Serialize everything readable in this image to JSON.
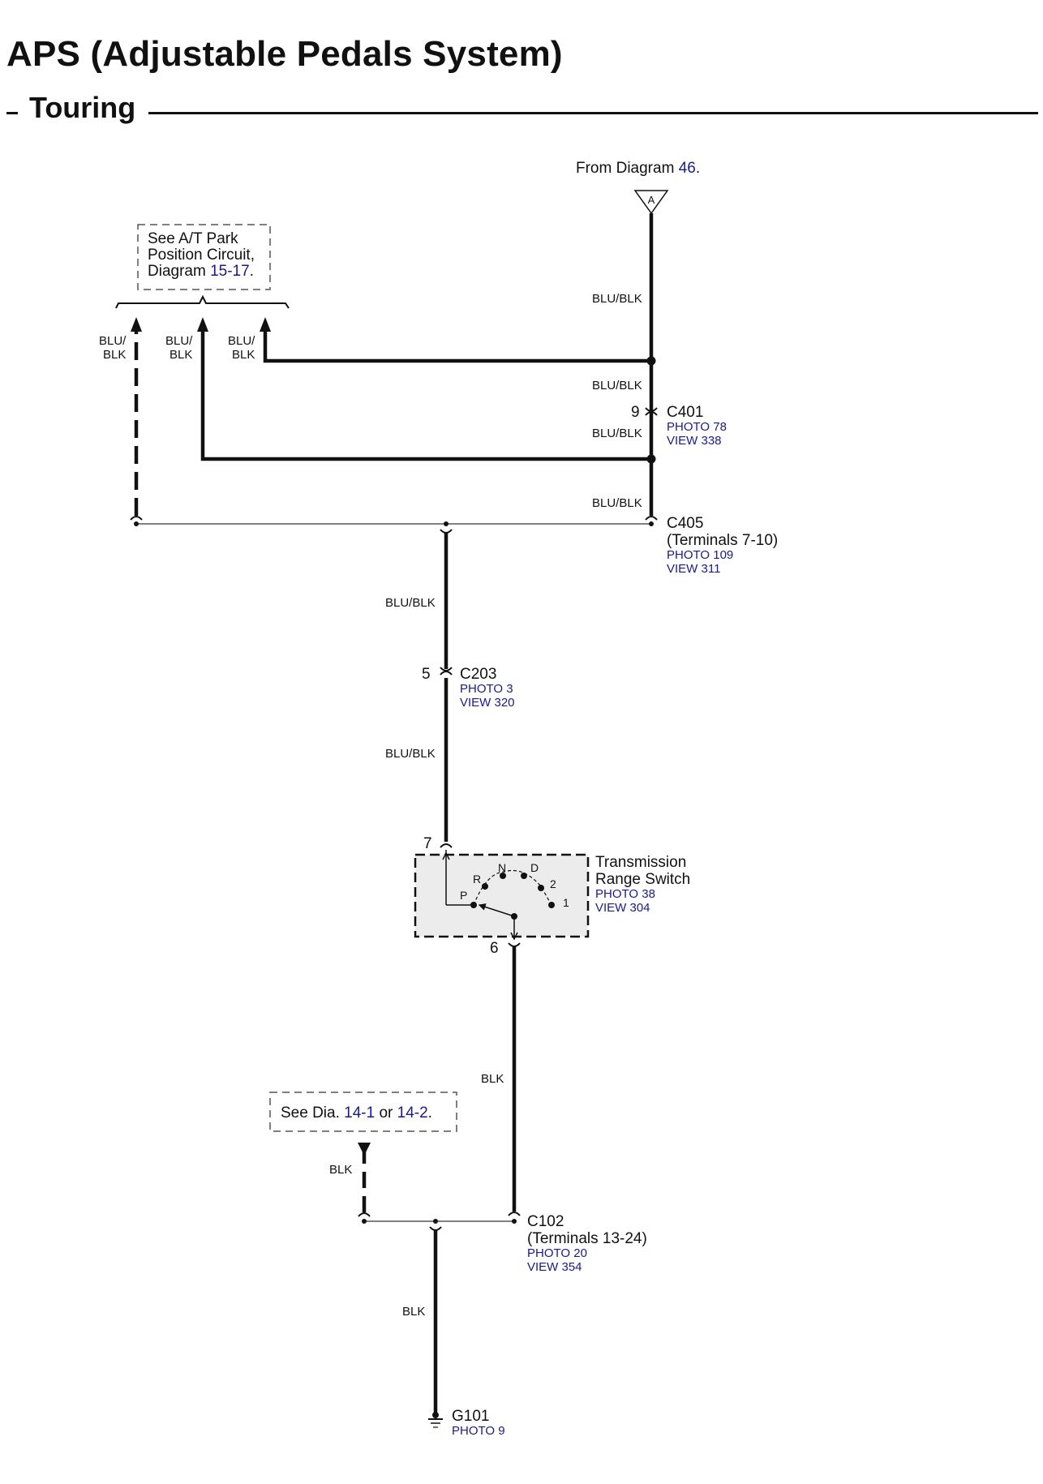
{
  "title": "APS (Adjustable Pedals System)",
  "subtitle": "Touring",
  "from_diagram": {
    "prefix": "From Diagram ",
    "number": "46",
    "suffix": ".",
    "flag": "A"
  },
  "note_park": {
    "line1": "See A/T Park",
    "line2": "Position Circuit,",
    "line3_prefix": "Diagram ",
    "ref": "15-17",
    "suffix": "."
  },
  "note_ground": {
    "prefix": "See Dia.",
    "ref1": "14-1",
    "mid": " or ",
    "ref2": "14-2",
    "suffix": "."
  },
  "wires": {
    "blu_blk": "BLU/BLK",
    "blu_split_top": "BLU/",
    "blu_split_bottom": "BLK",
    "blk": "BLK"
  },
  "connectors": {
    "c401": {
      "name": "C401",
      "pin": "9",
      "photo": "PHOTO 78",
      "view": "VIEW 338"
    },
    "c405": {
      "name": "C405",
      "terminals": "(Terminals 7-10)",
      "photo": "PHOTO 109",
      "view": "VIEW 311"
    },
    "c203": {
      "name": "C203",
      "pin": "5",
      "photo": "PHOTO 3",
      "view": "VIEW 320"
    },
    "c102": {
      "name": "C102",
      "terminals": "(Terminals 13-24)",
      "photo": "PHOTO 20",
      "view": "VIEW 354"
    },
    "g101": {
      "name": "G101",
      "photo": "PHOTO 9"
    }
  },
  "switch": {
    "line1": "Transmission",
    "line2": "Range Switch",
    "photo": "PHOTO 38",
    "view": "VIEW 304",
    "pin_in": "7",
    "pin_out": "6",
    "positions": [
      "P",
      "R",
      "N",
      "D",
      "2",
      "1"
    ]
  },
  "colors": {
    "wire": "#111111",
    "reference_link": "#1a1a8c",
    "switch_fill": "#ececec"
  }
}
